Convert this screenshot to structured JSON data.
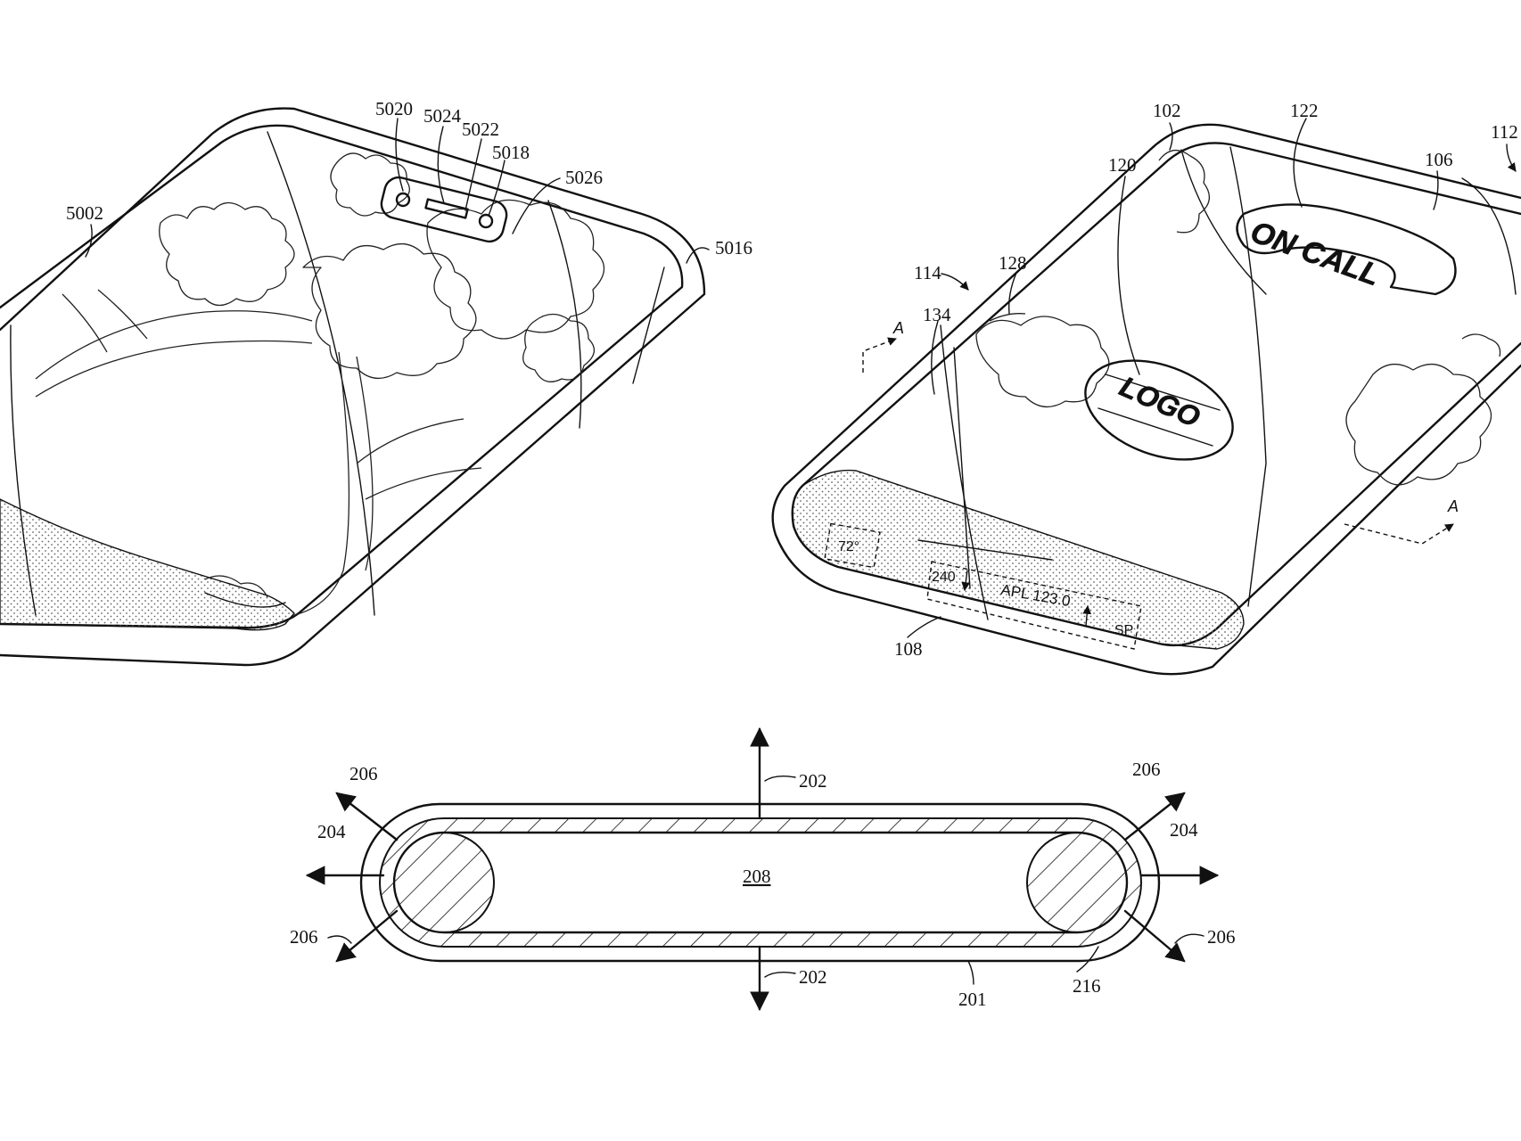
{
  "figure": {
    "left_device": {
      "refs": {
        "body": "5002",
        "sensor_a": "5020",
        "sensor_b": "5024",
        "sensor_c": "5022",
        "sensor_d": "5018",
        "sensor_housing": "5026",
        "edge": "5016"
      }
    },
    "right_device": {
      "refs": {
        "housing": "102",
        "notification": "122",
        "logo_graphic": "120",
        "front_label": "112",
        "surface": "106",
        "side": "114",
        "corner": "128",
        "region": "134",
        "bottom": "108",
        "section_mark": "A"
      },
      "graphics": {
        "call_label": "ON CALL",
        "logo_label": "LOGO",
        "temperature": "72°",
        "volume": "240",
        "stock_ticker": "APL 123.0",
        "stock_index": "SP"
      }
    },
    "cross_section": {
      "refs": {
        "up_arrow": "202",
        "down_arrow": "202",
        "top_left_diag": "206",
        "top_right_diag": "206",
        "bottom_left_diag": "206",
        "bottom_right_diag": "206",
        "left_arrow": "204",
        "right_arrow": "204",
        "interior": "208",
        "outer_shell": "201",
        "inner_layer": "216"
      }
    }
  }
}
